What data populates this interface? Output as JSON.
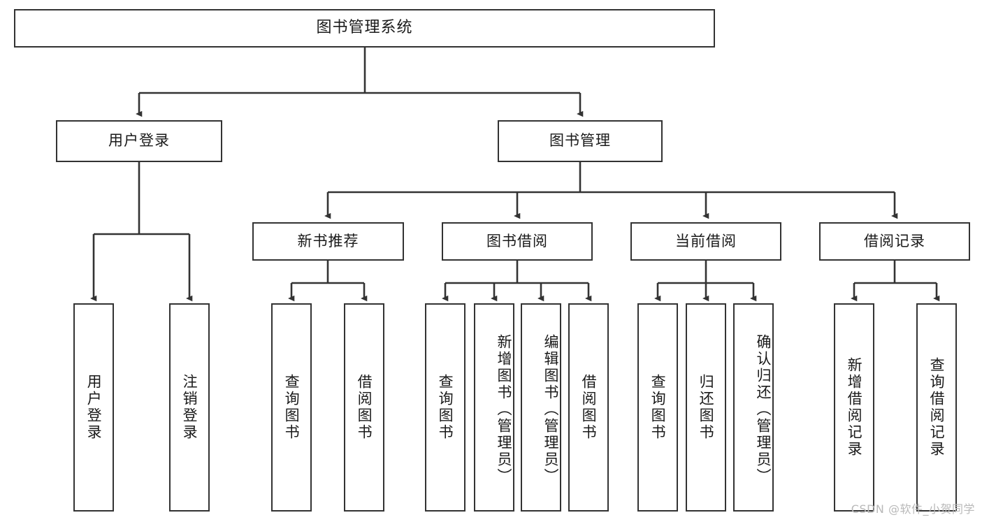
{
  "diagram": {
    "title": "图书管理系统",
    "type": "function-structure-tree",
    "watermark": "CSDN @软件_小贺同学",
    "colors": {
      "box_border": "#333333",
      "box_fill": "#ffffff",
      "edge": "#333333",
      "text": "#1a1a1a",
      "watermark": "#b9b9b9",
      "background": "#ffffff"
    },
    "levels": {
      "level1": "root",
      "level2": "modules",
      "level3": "sub-modules",
      "level4": "leaf-functions"
    },
    "nodes": {
      "root": {
        "label": "图书管理系统"
      },
      "level2": [
        {
          "id": "user-login",
          "label": "用户登录"
        },
        {
          "id": "book-management",
          "label": "图书管理"
        }
      ],
      "level3": [
        {
          "id": "new-book-recommend",
          "label": "新书推荐"
        },
        {
          "id": "book-borrow",
          "label": "图书借阅"
        },
        {
          "id": "current-borrow",
          "label": "当前借阅"
        },
        {
          "id": "borrow-record",
          "label": "借阅记录"
        }
      ],
      "leaves": {
        "user-login": [
          {
            "id": "leaf-user-login",
            "label": "用户登录"
          },
          {
            "id": "leaf-logout-login",
            "label": "注销登录"
          }
        ],
        "new-book-recommend": [
          {
            "id": "leaf-query-book-1",
            "label": "查询图书"
          },
          {
            "id": "leaf-borrow-book-1",
            "label": "借阅图书"
          }
        ],
        "book-borrow": [
          {
            "id": "leaf-query-book-2",
            "label": "查询图书"
          },
          {
            "id": "leaf-add-book",
            "label": "新增图书（管理员）"
          },
          {
            "id": "leaf-edit-book",
            "label": "编辑图书（管理员）"
          },
          {
            "id": "leaf-borrow-book-2",
            "label": "借阅图书"
          }
        ],
        "current-borrow": [
          {
            "id": "leaf-query-book-3",
            "label": "查询图书"
          },
          {
            "id": "leaf-return-book",
            "label": "归还图书"
          },
          {
            "id": "leaf-confirm-return",
            "label": "确认归还（管理员）"
          }
        ],
        "borrow-record": [
          {
            "id": "leaf-add-record",
            "label": "新增借阅记录"
          },
          {
            "id": "leaf-query-record",
            "label": "查询借阅记录"
          }
        ]
      }
    }
  }
}
